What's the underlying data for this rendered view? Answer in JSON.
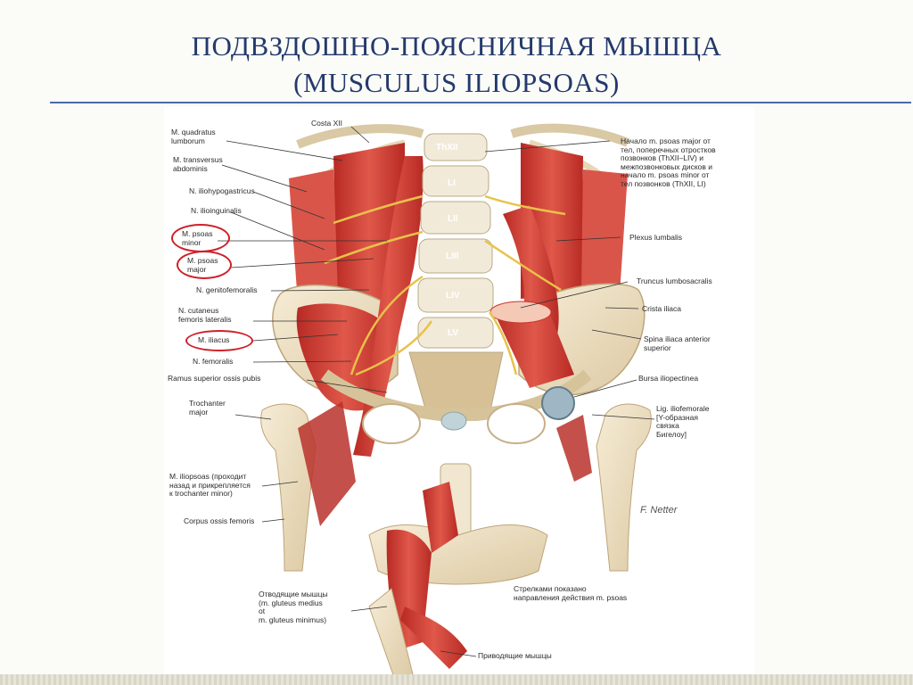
{
  "slide": {
    "title_line1": "ПОДВЗДОШНО-ПОЯСНИЧНАЯ МЫШЦА",
    "title_line2": "(MUSCULUS ILIOPSOAS)"
  },
  "colors": {
    "title": "#243a6b",
    "rule": "#4b6aa8",
    "muscle": "#c8362e",
    "bone": "#efe3c8",
    "highlight_ring": "#d0202a"
  },
  "left_labels": {
    "quadratus": "M. quadratus\nlumborum",
    "costa": "Costa XII",
    "transversus": "M. transversus\nabdominis",
    "iliohypogastricus": "N. iliohypogastricus",
    "ilioinguinalis": "N. ilioinguinalis",
    "psoas_minor": "M. psoas\nminor",
    "psoas_major": "M. psoas\nmajor",
    "genitofemoralis": "N. genitofemoralis",
    "cutaneus": "N. cutaneus\nfemoris lateralis",
    "iliacus": "M. iliacus",
    "femoralis": "N. femoralis",
    "ramus": "Ramus superior ossis pubis",
    "trochanter": "Trochanter\nmajor",
    "iliopsoas_note": "M. iliopsoas (проходит\nназад и прикрепляется\nк trochanter minor)",
    "corpus": "Corpus ossis femoris",
    "abductors": "Отводящие мышцы\n(m. gluteus medius\not\nm. gluteus minimus)"
  },
  "right_labels": {
    "origin_note": "Начало m. psoas major от\nтел, поперечных отростков\nпозвонков (ThXII–LIV) и\nмежпозвонковых дисков и\nначало m. psoas minor от\nтел позвонков (ThXII, LI)",
    "plexus": "Plexus lumbalis",
    "truncus": "Truncus lumbosacralis",
    "crista": "Crista iliaca",
    "spina": "Spina iliaca anterior\nsuperior",
    "bursa": "Bursa iliopectinea",
    "lig": "Lig. iliofemorale\n[Y-образная\nсвязка\nБигелоу]",
    "arrows_note": "Стрелками показано\nнаправления действия m. psoas",
    "adductors": "Приводящие мышцы"
  },
  "vertebrae": [
    "ThXII",
    "LI",
    "LII",
    "LIII",
    "LIV",
    "LV"
  ],
  "signature": "F. Netter"
}
